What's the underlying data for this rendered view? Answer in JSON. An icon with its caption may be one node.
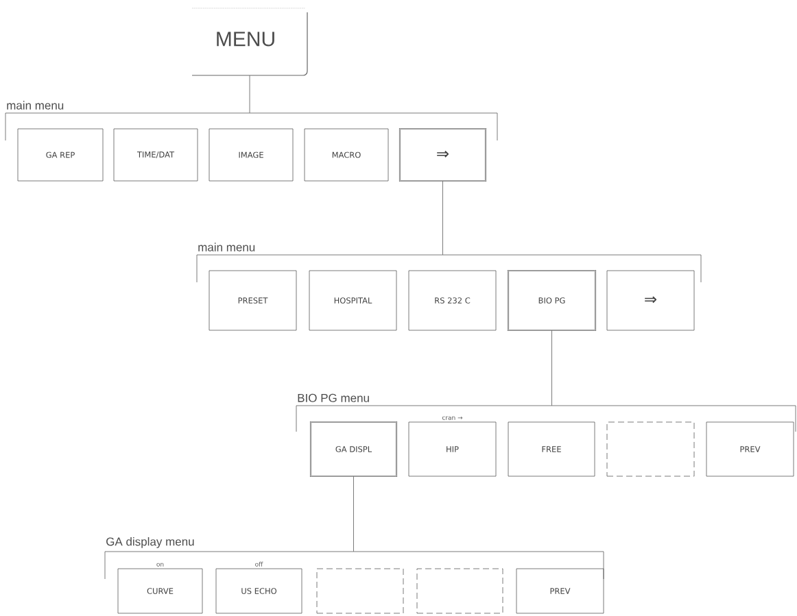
{
  "diagram": {
    "nodes": [
      {
        "text": [
          "MENU"
        ]
      },
      {
        "text": [
          "main menu"
        ]
      },
      {
        "text": [
          "GA REP"
        ]
      },
      {
        "text": [
          "TIME/DAT"
        ]
      },
      {
        "text": [
          "IMAGE"
        ]
      },
      {
        "text": [
          "MACRO"
        ]
      },
      {
        "text": [
          "⇒"
        ]
      },
      {
        "text": [
          "main menu"
        ]
      },
      {
        "text": [
          "PRESET"
        ]
      },
      {
        "text": [
          "HOSPITAL"
        ]
      },
      {
        "text": [
          "RS 232 C"
        ]
      },
      {
        "text": [
          "BIO PG"
        ]
      },
      {
        "text": [
          "⇒"
        ]
      },
      {
        "text": [
          "BIO PG menu"
        ]
      },
      {
        "text": [
          "GA DISPL"
        ]
      },
      {
        "text": [
          "HIP"
        ],
        "beside": [
          "cran →"
        ]
      },
      {
        "text": [
          "FREE"
        ]
      },
      {
        "text": [],
        "shape": "box"
      },
      {
        "text": [
          "PREV"
        ]
      },
      {
        "text": [
          "GA display menu"
        ]
      },
      {
        "text": [
          "CURVE"
        ],
        "beside": [
          "on"
        ]
      },
      {
        "text": [
          "US ECHO"
        ],
        "beside": [
          "off"
        ]
      },
      {
        "text": [],
        "shape": "box"
      },
      {
        "text": [],
        "shape": "box"
      },
      {
        "text": [
          "PREV"
        ]
      }
    ],
    "edges": [
      {
        "from": 0,
        "to": 1,
        "arrow": "none"
      },
      {
        "from": 6,
        "to": 7,
        "arrow": "none"
      },
      {
        "from": 11,
        "to": 13,
        "arrow": "none"
      },
      {
        "from": 14,
        "to": 19,
        "arrow": "none"
      }
    ]
  }
}
